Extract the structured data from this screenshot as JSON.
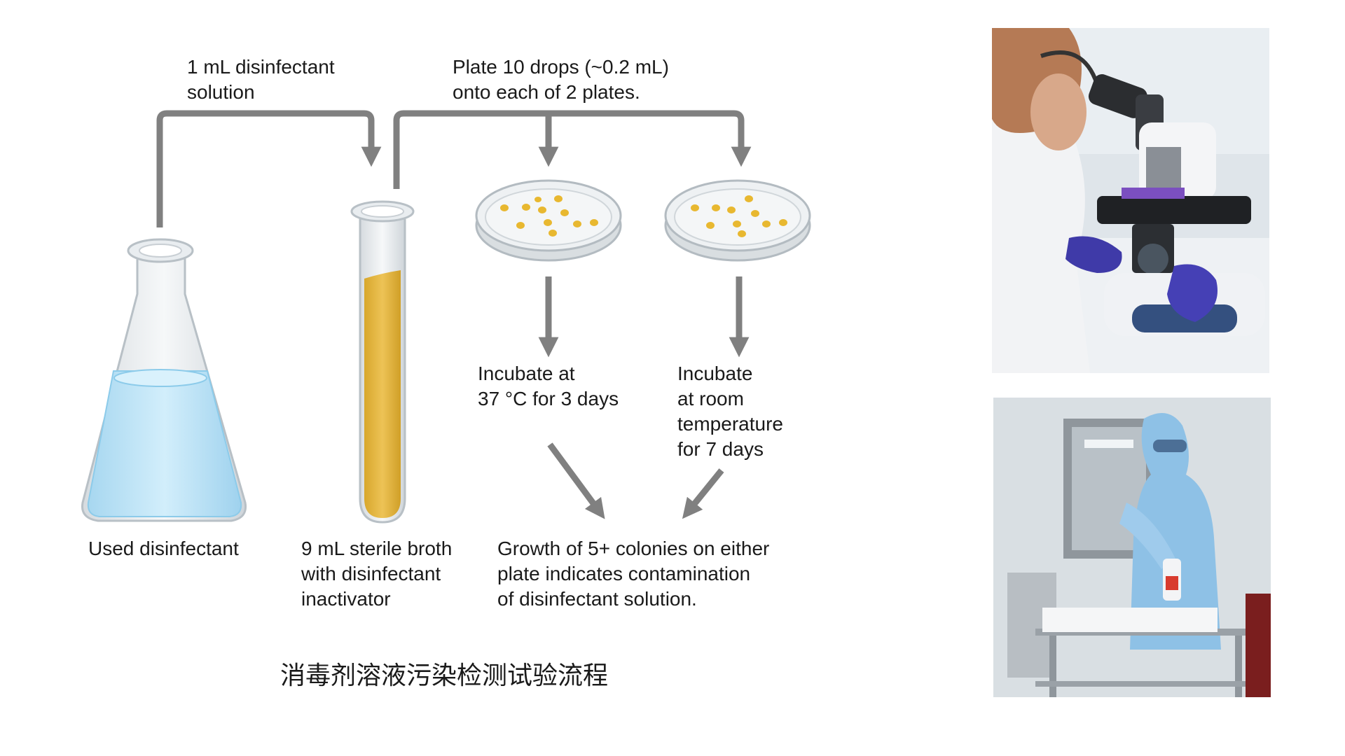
{
  "labels": {
    "transfer_1ml": "1 mL disinfectant\nsolution",
    "plate_drops": "Plate 10 drops (~0.2 mL)\nonto each of 2 plates.",
    "incubate_37": "Incubate at\n37 °C for 3 days",
    "incubate_room": "Incubate\nat room\ntemperature\nfor 7 days",
    "used_disinfectant": "Used disinfectant",
    "broth": "9 mL sterile broth\nwith disinfectant\ninactivator",
    "growth_result": "Growth of 5+ colonies on either\nplate indicates contamination\nof disinfectant solution."
  },
  "caption": "消毒剂溶液污染检测试验流程",
  "colors": {
    "arrow": "#808080",
    "flask_liquid": "#bfe4f7",
    "broth_liquid": "#e3b63a",
    "colony": "#e8b830",
    "dish": "#e6eaec"
  },
  "icons": {
    "flask": "erlenmeyer-flask-icon",
    "tube": "test-tube-icon",
    "dish": "petri-dish-icon",
    "photo_top": "microscope-photo",
    "photo_bottom": "cleanroom-photo"
  }
}
